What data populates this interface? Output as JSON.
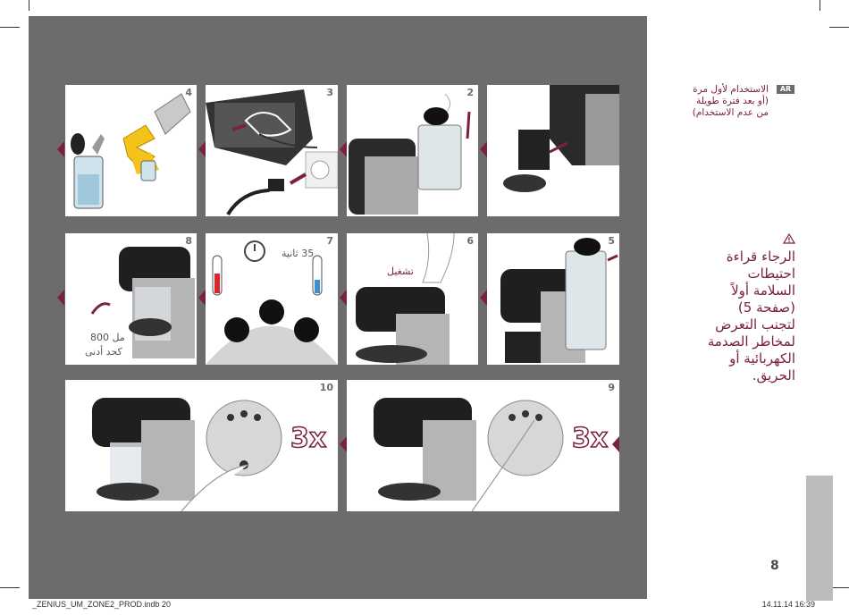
{
  "language_badge": "AR",
  "intro": {
    "line1": "الاستخدام لأول مرة",
    "line2": "(أو بعد فترة طويلة",
    "line3": "من عدم الاستخدام)"
  },
  "warning_text": "الرجاء قراءة\nاحتيطات\nالسلامة أولاً\n(صفحة 5)\nلتجنب التعرض\nلمخاطر الصدمة\nالكهربائية أو\nالحريق.",
  "steps": [
    {
      "num": "2"
    },
    {
      "num": "3"
    },
    {
      "num": "4"
    },
    {
      "num": "5"
    },
    {
      "num": "6"
    },
    {
      "num": "7"
    },
    {
      "num": "8"
    },
    {
      "num": "9"
    },
    {
      "num": "10"
    }
  ],
  "step6_label": "تشغيل",
  "step7_label": "35 ثانية",
  "step8_label_line1": "800 مل",
  "step8_label_line2": "كحد أدنى",
  "press_count": "3x",
  "page_number": "8",
  "footer": {
    "file": "_ZENIUS_UM_ZONE2_PROD.indb   20",
    "date": "14.11.14   16:39"
  },
  "colors": {
    "accent": "#7a2140",
    "panel": "#6d6b6c",
    "tab": "#bdbcbc"
  }
}
